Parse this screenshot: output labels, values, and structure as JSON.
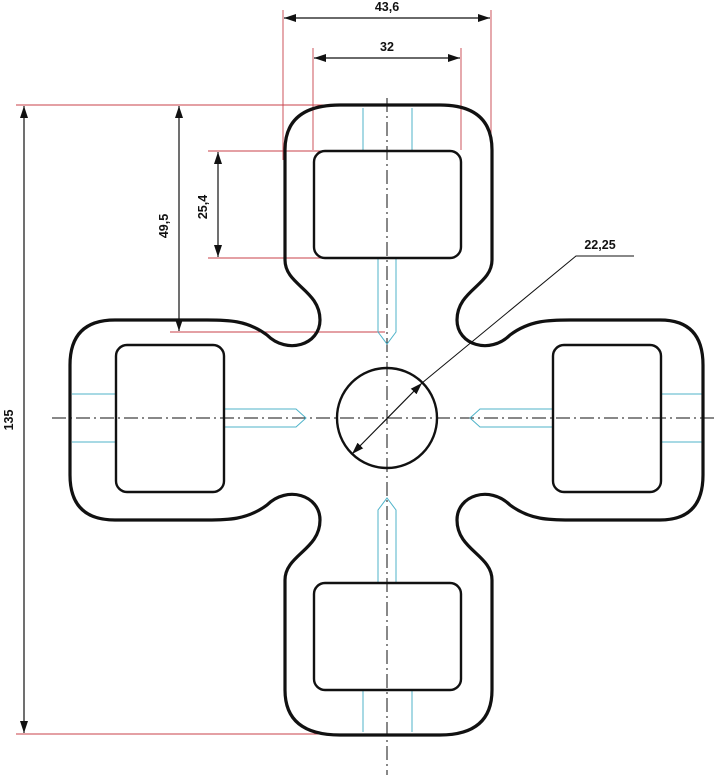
{
  "drawing": {
    "dimensions": {
      "outer_width": "43,6",
      "inner_width": "32",
      "pocket_height": "25,4",
      "arm_length": "49,5",
      "overall_height": "135",
      "hole_diameter": "22,25"
    },
    "colors": {
      "outline": "#111111",
      "extension_lines": "#c8414a",
      "hidden_lines": "#4fb3c9"
    }
  }
}
